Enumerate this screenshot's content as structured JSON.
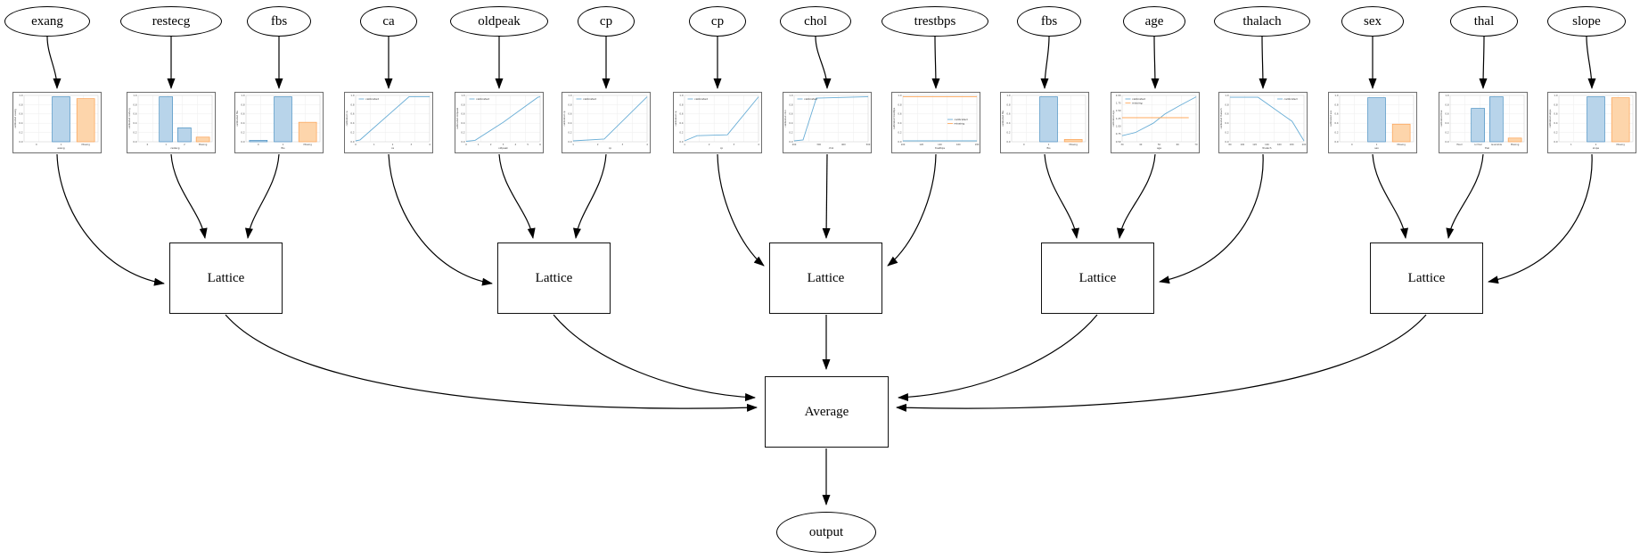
{
  "diagram": {
    "node_labels": {
      "lattice": "Lattice",
      "average": "Average",
      "output": "output"
    },
    "features": [
      "exang",
      "restecg",
      "fbs",
      "ca",
      "oldpeak",
      "cp",
      "cp",
      "chol",
      "trestbps",
      "fbs",
      "age",
      "thalach",
      "sex",
      "thal",
      "slope"
    ],
    "groups": [
      [
        "exang",
        "restecg",
        "fbs"
      ],
      [
        "ca",
        "oldpeak",
        "cp"
      ],
      [
        "cp",
        "chol",
        "trestbps"
      ],
      [
        "fbs",
        "age",
        "thalach"
      ],
      [
        "sex",
        "thal",
        "slope"
      ]
    ]
  },
  "colors": {
    "line_blue": "#6aaed6",
    "line_orange": "#ffa85c",
    "bar_blue_fill": "#b8d4ea",
    "bar_blue_edge": "#4a90c2",
    "bar_orange_fill": "#fdd5ab",
    "bar_orange_edge": "#fca153",
    "grid": "#ededed",
    "edge_black": "#000000"
  },
  "chart_data": [
    {
      "feature": "exang",
      "type": "bar",
      "ylabel": "calibrated exang",
      "yticks": [
        "0.0",
        "0.2",
        "0.4",
        "0.6",
        "0.8",
        "1.0"
      ],
      "categories": [
        "0",
        "1",
        "Missing"
      ],
      "values": [
        0,
        0.97,
        0.93
      ],
      "bar_colors": [
        "blue",
        "blue",
        "orange"
      ]
    },
    {
      "feature": "restecg",
      "type": "bar",
      "ylabel": "calibrated restecg",
      "yticks": [
        "0.0",
        "0.2",
        "0.4",
        "0.6",
        "0.8",
        "1.0"
      ],
      "categories": [
        "0",
        "1",
        "2",
        "Missing"
      ],
      "values": [
        0,
        0.97,
        0.3,
        0.1
      ],
      "bar_colors": [
        "blue",
        "blue",
        "blue",
        "orange"
      ]
    },
    {
      "feature": "fbs",
      "type": "bar",
      "ylabel": "calibrated fbs",
      "yticks": [
        "0.0",
        "0.2",
        "0.4",
        "0.6",
        "0.8",
        "1.0"
      ],
      "categories": [
        "0",
        "1",
        "Missing"
      ],
      "values": [
        0.03,
        0.97,
        0.42
      ],
      "bar_colors": [
        "blue",
        "blue",
        "orange"
      ]
    },
    {
      "feature": "ca",
      "type": "line",
      "ylabel": "calibrated ca",
      "yticks": [
        "0.0",
        "0.2",
        "0.4",
        "0.6",
        "0.8",
        "1.0"
      ],
      "xticks": [
        "0",
        "1",
        "2",
        "3",
        "4"
      ],
      "series": [
        {
          "name": "calibrated",
          "color": "blue",
          "points": [
            [
              0,
              0.02
            ],
            [
              0.06,
              0.04
            ],
            [
              0.72,
              0.97
            ],
            [
              1,
              0.97
            ]
          ]
        }
      ],
      "legend": {
        "pos": "top-left",
        "entries": [
          "calibrated"
        ]
      }
    },
    {
      "feature": "oldpeak",
      "type": "line",
      "ylabel": "calibrated oldpeak",
      "yticks": [
        "0.0",
        "0.2",
        "0.4",
        "0.6",
        "0.8",
        "1.0"
      ],
      "xticks": [
        "0",
        "1",
        "2",
        "3",
        "4",
        "5",
        "6"
      ],
      "series": [
        {
          "name": "calibrated",
          "color": "blue",
          "points": [
            [
              0,
              0.01
            ],
            [
              0.12,
              0.03
            ],
            [
              0.5,
              0.42
            ],
            [
              0.97,
              0.96
            ],
            [
              1,
              0.97
            ]
          ]
        }
      ],
      "legend": {
        "pos": "top-left",
        "entries": [
          "calibrated"
        ]
      }
    },
    {
      "feature": "cp",
      "type": "line",
      "ylabel": "calibrated cp",
      "yticks": [
        "0.0",
        "0.2",
        "0.4",
        "0.6",
        "0.8",
        "1.0"
      ],
      "xticks": [
        "1",
        "2",
        "3",
        "4"
      ],
      "series": [
        {
          "name": "calibrated",
          "color": "blue",
          "points": [
            [
              0,
              0.02
            ],
            [
              0.42,
              0.06
            ],
            [
              1,
              0.97
            ]
          ]
        }
      ],
      "legend": {
        "pos": "top-left",
        "entries": [
          "calibrated"
        ]
      }
    },
    {
      "feature": "cp",
      "type": "line",
      "ylabel": "calibrated cp",
      "yticks": [
        "0.0",
        "0.2",
        "0.4",
        "0.6",
        "0.8",
        "1.0"
      ],
      "xticks": [
        "1",
        "2",
        "3",
        "4"
      ],
      "series": [
        {
          "name": "calibrated",
          "color": "blue",
          "points": [
            [
              0,
              0.02
            ],
            [
              0.17,
              0.13
            ],
            [
              0.58,
              0.15
            ],
            [
              1,
              0.97
            ]
          ]
        }
      ],
      "legend": {
        "pos": "top-left",
        "entries": [
          "calibrated"
        ]
      }
    },
    {
      "feature": "chol",
      "type": "line",
      "ylabel": "calibrated chol",
      "yticks": [
        "0.0",
        "0.2",
        "0.4",
        "0.6",
        "0.8",
        "1.0"
      ],
      "xticks": [
        "200",
        "300",
        "400",
        "500"
      ],
      "series": [
        {
          "name": "calibrated",
          "color": "blue",
          "points": [
            [
              0,
              0.02
            ],
            [
              0.12,
              0.04
            ],
            [
              0.3,
              0.94
            ],
            [
              0.97,
              0.97
            ],
            [
              1,
              0.97
            ]
          ]
        }
      ],
      "legend": {
        "pos": "top-left",
        "entries": [
          "calibrated"
        ]
      }
    },
    {
      "feature": "trestbps",
      "type": "line",
      "ylabel": "calibrated trestbps",
      "yticks": [
        "0.0",
        "0.2",
        "0.4",
        "0.6",
        "0.8",
        "1.0"
      ],
      "xticks": [
        "100",
        "120",
        "140",
        "160",
        "180"
      ],
      "series": [
        {
          "name": "calibrated",
          "color": "blue",
          "points": [
            [
              0,
              0.02
            ],
            [
              1,
              0.02
            ]
          ]
        },
        {
          "name": "missing",
          "color": "orange",
          "points": [
            [
              0,
              0.97
            ],
            [
              1,
              0.97
            ]
          ]
        }
      ],
      "legend": {
        "pos": "mid-right",
        "entries": [
          "calibrated",
          "missing"
        ]
      }
    },
    {
      "feature": "fbs",
      "type": "bar",
      "ylabel": "calibrated fbs",
      "yticks": [
        "0.0",
        "0.2",
        "0.4",
        "0.6",
        "0.8",
        "1.0"
      ],
      "categories": [
        "0",
        "1",
        "Missing"
      ],
      "values": [
        0,
        0.97,
        0.05
      ],
      "bar_colors": [
        "blue",
        "blue",
        "orange"
      ]
    },
    {
      "feature": "age",
      "type": "line",
      "ylabel": "calibrated age",
      "yticks": [
        "0.50",
        "0.75",
        "1.00",
        "1.25",
        "1.50",
        "1.75",
        "2.00"
      ],
      "xticks": [
        "30",
        "40",
        "50",
        "60",
        "70"
      ],
      "series": [
        {
          "name": "calibrated",
          "color": "blue",
          "points": [
            [
              0,
              0.13
            ],
            [
              0.18,
              0.2
            ],
            [
              0.42,
              0.4
            ],
            [
              0.58,
              0.6
            ],
            [
              0.78,
              0.78
            ],
            [
              1,
              0.97
            ]
          ]
        },
        {
          "name": "missing",
          "color": "orange",
          "points": [
            [
              0,
              0.52
            ],
            [
              0.9,
              0.52
            ]
          ]
        }
      ],
      "legend": {
        "pos": "top-left",
        "entries": [
          "calibrated",
          "missing"
        ]
      }
    },
    {
      "feature": "thalach",
      "type": "line",
      "ylabel": "calibrated thalach",
      "yticks": [
        "0.0",
        "0.2",
        "0.4",
        "0.6",
        "0.8",
        "1.0"
      ],
      "xticks": [
        "80",
        "100",
        "120",
        "140",
        "160",
        "180",
        "200"
      ],
      "series": [
        {
          "name": "calibrated",
          "color": "blue",
          "points": [
            [
              0,
              0.96
            ],
            [
              0.38,
              0.96
            ],
            [
              0.68,
              0.62
            ],
            [
              0.84,
              0.44
            ],
            [
              1,
              0.02
            ]
          ]
        }
      ],
      "legend": {
        "pos": "top-right",
        "entries": [
          "calibrated"
        ]
      }
    },
    {
      "feature": "sex",
      "type": "bar",
      "ylabel": "calibrated sex",
      "yticks": [
        "0.0",
        "0.2",
        "0.4",
        "0.6",
        "0.8",
        "1.0"
      ],
      "categories": [
        "0",
        "1",
        "Missing"
      ],
      "values": [
        0,
        0.95,
        0.38
      ],
      "bar_colors": [
        "blue",
        "blue",
        "orange"
      ]
    },
    {
      "feature": "thal",
      "type": "bar",
      "ylabel": "calibrated thal",
      "yticks": [
        "0.0",
        "0.2",
        "0.4",
        "0.6",
        "0.8",
        "1.0"
      ],
      "categories": [
        "fixed",
        "normal",
        "reversible",
        "Missing"
      ],
      "values": [
        0,
        0.72,
        0.97,
        0.08
      ],
      "bar_colors": [
        "blue",
        "blue",
        "blue",
        "orange"
      ]
    },
    {
      "feature": "slope",
      "type": "bar",
      "ylabel": "calibrated slope",
      "yticks": [
        "0.0",
        "0.2",
        "0.4",
        "0.6",
        "0.8",
        "1.0"
      ],
      "categories": [
        "1",
        "2",
        "Missing"
      ],
      "values": [
        0,
        0.97,
        0.95
      ],
      "bar_colors": [
        "blue",
        "blue",
        "orange"
      ]
    }
  ]
}
